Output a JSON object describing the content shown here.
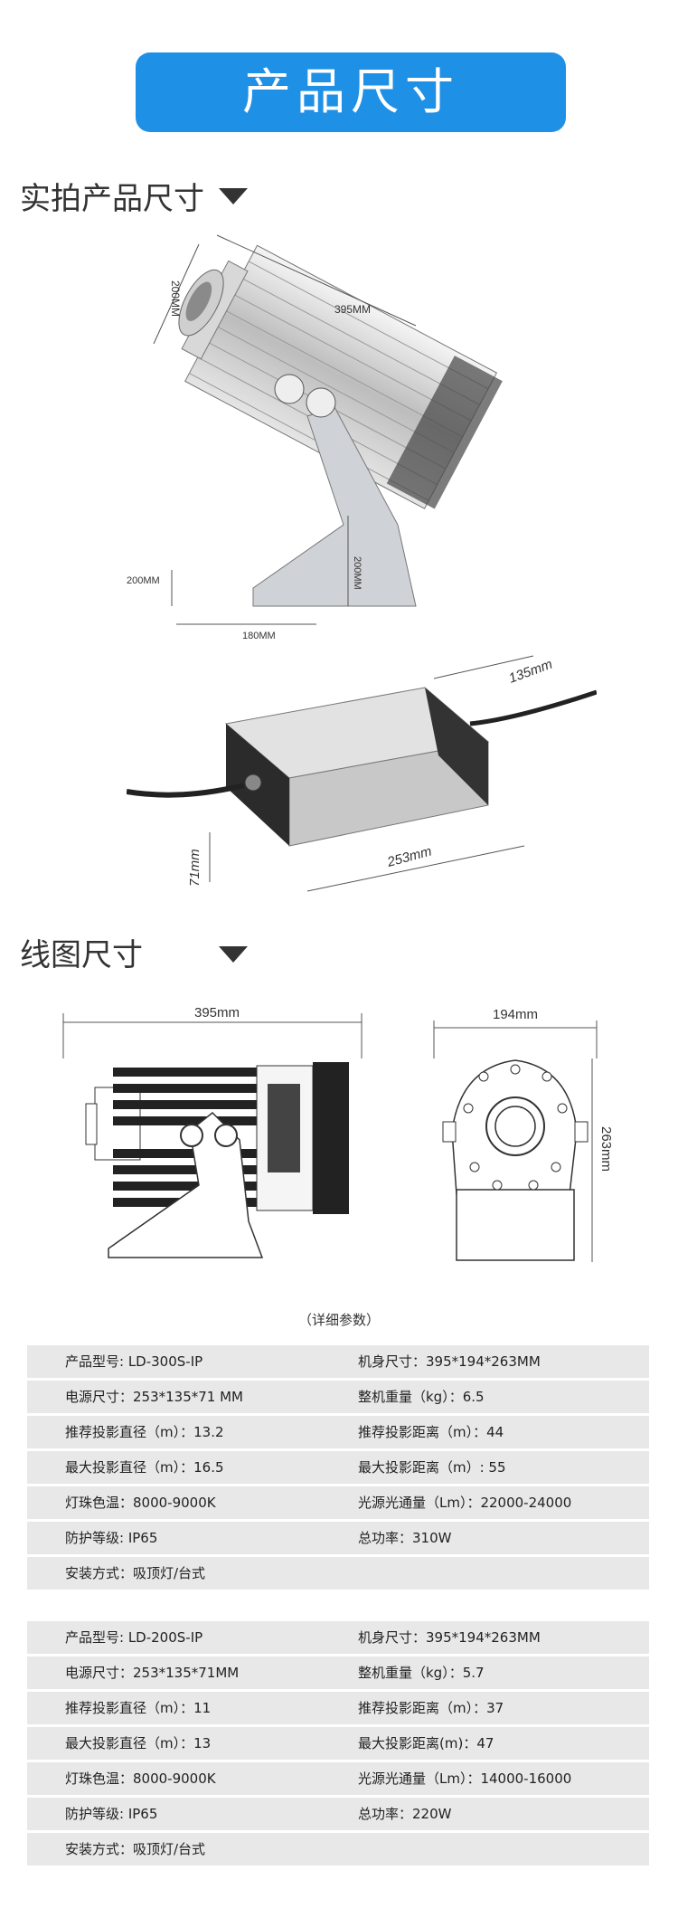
{
  "banner": {
    "title": "产品尺寸"
  },
  "sections": {
    "photo_title": "实拍产品尺寸",
    "line_title": "线图尺寸",
    "detail_title": "（详细参数）"
  },
  "photo_dims": {
    "length": "395MM",
    "diameter": "200MM",
    "base_height": "200MM",
    "rear_height": "200MM",
    "base_width": "180MM",
    "psu_depth": "135mm",
    "psu_height": "71mm",
    "psu_length": "253mm"
  },
  "line_dims": {
    "side_length": "395mm",
    "front_width": "194mm",
    "front_height": "263mm"
  },
  "tables": [
    {
      "rows": [
        [
          "产品型号:   LD-300S-IP",
          "机身尺寸：395*194*263MM"
        ],
        [
          "电源尺寸：253*135*71 MM",
          "整机重量（kg）：6.5"
        ],
        [
          "推荐投影直径（m）：13.2",
          "推荐投影距离（m）：44"
        ],
        [
          "最大投影直径（m）：16.5",
          "最大投影距离（m）:  55"
        ],
        [
          "灯珠色温：8000-9000K",
          "光源光通量（Lm）：22000-24000"
        ],
        [
          "防护等级:  IP65",
          "总功率：310W"
        ],
        [
          "安装方式：吸顶灯/台式",
          ""
        ]
      ]
    },
    {
      "rows": [
        [
          "产品型号:   LD-200S-IP",
          "机身尺寸：395*194*263MM"
        ],
        [
          "电源尺寸：253*135*71MM",
          "整机重量（kg）：5.7"
        ],
        [
          "推荐投影直径（m）：11",
          "推荐投影距离（m）：37"
        ],
        [
          "最大投影直径（m）：13",
          "最大投影距离(m)：47"
        ],
        [
          "灯珠色温：8000-9000K",
          "光源光通量（Lm）：14000-16000"
        ],
        [
          "防护等级:  IP65",
          "总功率：220W"
        ],
        [
          "安装方式：吸顶灯/台式",
          ""
        ]
      ]
    }
  ]
}
